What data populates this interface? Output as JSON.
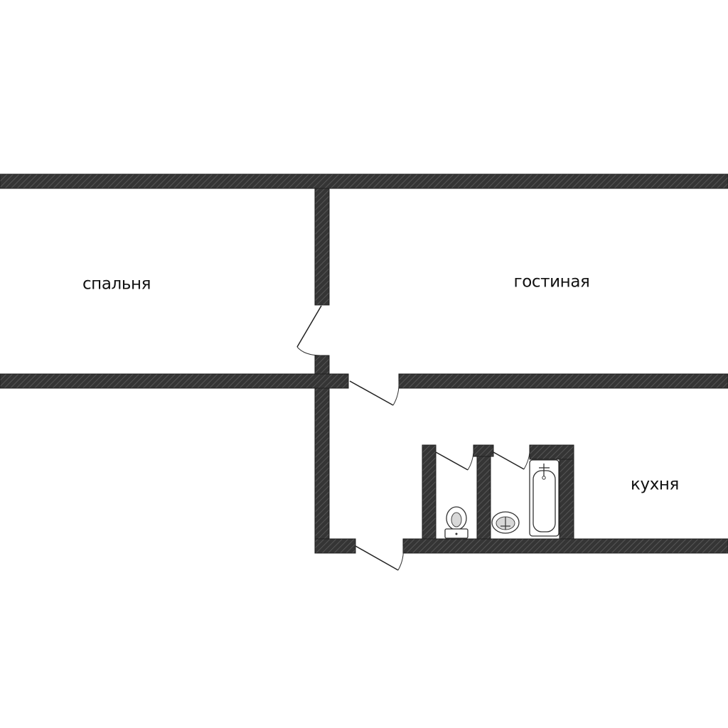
{
  "plan": {
    "rooms": [
      {
        "id": "bedroom",
        "label": "спальня"
      },
      {
        "id": "living-room",
        "label": "гостиная"
      },
      {
        "id": "kitchen",
        "label": "кухня"
      }
    ],
    "wall_color": "#3a3a3a",
    "hatch_color": "#5a5a5a",
    "background_color": "#ffffff"
  }
}
